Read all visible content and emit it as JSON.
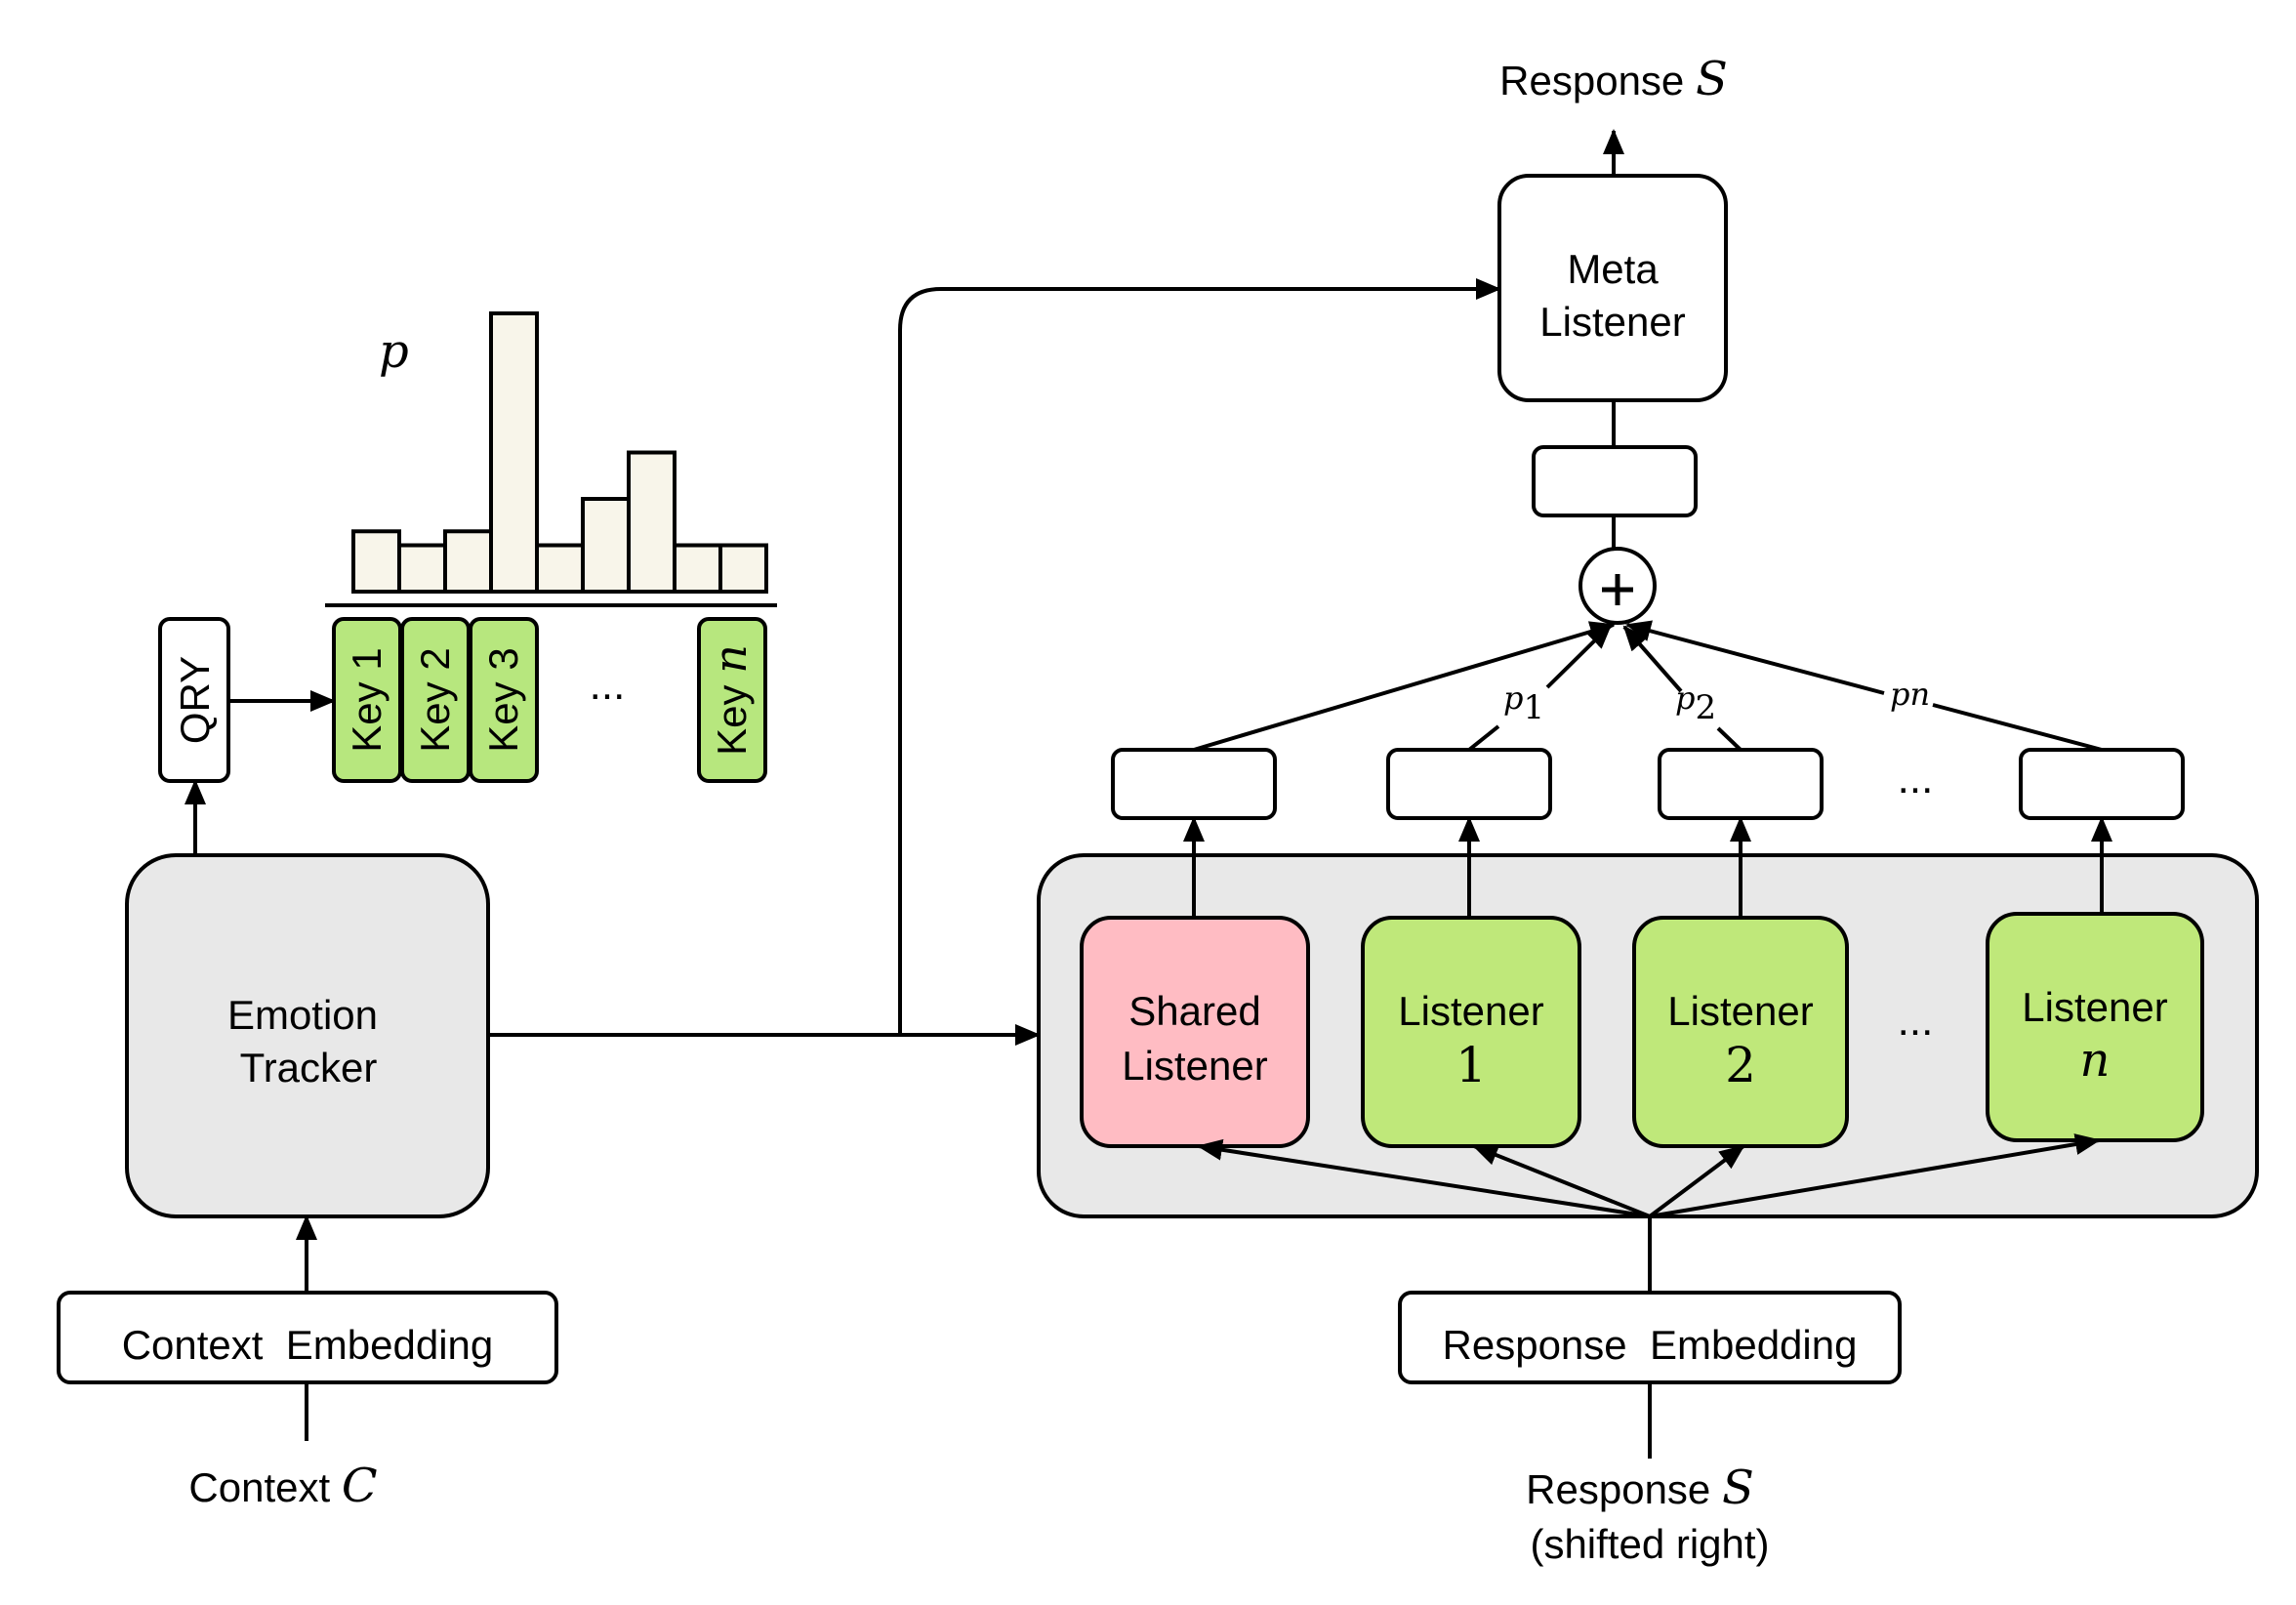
{
  "output_label": {
    "text": "Response ",
    "var": "S"
  },
  "meta_listener": {
    "line1": "Meta",
    "line2": "Listener"
  },
  "emotion_tracker": {
    "line1": "Emotion",
    "line2": "Tracker"
  },
  "context_embedding": "Context  Embedding",
  "context_label": {
    "text": "Context ",
    "var": "C"
  },
  "response_embedding": "Response  Embedding",
  "response_input": {
    "line1_text": "Response ",
    "line1_var": "S",
    "line2": "(shifted right)"
  },
  "qry_label": "QRY",
  "keys": [
    "Key 1",
    "Key 2",
    "Key 3"
  ],
  "key_n": {
    "text": "Key ",
    "var": "n"
  },
  "ellipsis": "...",
  "p_label": "p",
  "weights": {
    "p1": {
      "var": "p",
      "sub": "1"
    },
    "p2": {
      "var": "p",
      "sub": "2"
    },
    "pn": {
      "var": "p",
      "sub": "n"
    }
  },
  "listeners": {
    "shared": {
      "line1": "Shared",
      "line2": "Listener"
    },
    "l1": {
      "line1": "Listener",
      "line2": "1"
    },
    "l2": {
      "line1": "Listener",
      "line2": "2"
    },
    "ln": {
      "line1": "Listener",
      "line2": "n"
    }
  },
  "histogram_values": [
    1.3,
    1.0,
    1.3,
    6.0,
    1.0,
    2.0,
    3.0,
    1.0,
    1.0
  ],
  "colors": {
    "key_green": "#b7e77e",
    "listener_green": "#bfe87a",
    "shared_pink": "#ffbcc3",
    "panel_gray": "#e8e8e8",
    "tracker_gray": "#e8e8e8",
    "bar_fill": "#f8f5ea"
  }
}
